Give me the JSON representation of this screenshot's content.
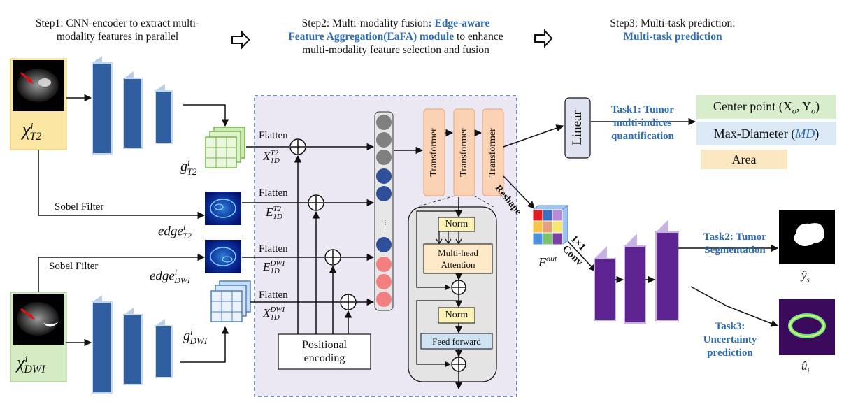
{
  "header": {
    "step1_line1": "Step1: CNN-encoder to extract multi-",
    "step1_line2": "modality  features  in parallel",
    "step2_prefix": "Step2: Multi-modality fusion",
    "step2_bold1": ": Edge-aware",
    "step2_bold2": "Feature Aggregation(EaFA) module",
    "step2_suffix": " to enhance",
    "step2_line3": "multi-modality  feature  selection and fusion",
    "step3_line1": "Step3: Multi-task prediction:",
    "step3_line2": "Multi-task prediction"
  },
  "inputs": {
    "t2_label": "χ",
    "t2_sup": "i",
    "t2_sub": "T2",
    "dwi_label": "χ",
    "dwi_sup": "i",
    "dwi_sub": "DWI"
  },
  "features": {
    "g_t2": "g",
    "g_t2_sup": "i",
    "g_t2_sub": "T2",
    "g_dwi": "g",
    "g_dwi_sup": "i",
    "g_dwi_sub": "DWI",
    "edge_t2": "edge",
    "edge_t2_sup": "i",
    "edge_t2_sub": "T2",
    "edge_dwi": "edge",
    "edge_dwi_sup": "i",
    "edge_dwi_sub": "DWI",
    "sobel1": "Sobel Filter",
    "sobel2": "Sobel Filter"
  },
  "fusion": {
    "flatten": "Flatten",
    "x_t2": "X",
    "x_t2_sup": "T2",
    "x_t2_sub": "1D",
    "e_t2": "E",
    "e_t2_sup": "T2",
    "e_t2_sub": "1D",
    "e_dwi": "E",
    "e_dwi_sup": "DWI",
    "e_dwi_sub": "1D",
    "x_dwi": "X",
    "x_dwi_sup": "DWI",
    "x_dwi_sub": "1D",
    "pos_enc_line1": "Positional",
    "pos_enc_line2": "encoding",
    "transformer": "Transformer",
    "norm": "Norm",
    "mha_line1": "Multi-head",
    "mha_line2": "Attention",
    "ff": "Feed forward",
    "dots": "......"
  },
  "prediction": {
    "linear": "Linear",
    "reshape": "Reshape",
    "f_out": "F",
    "f_out_sup": "out",
    "conv_line1": "1×1",
    "conv_line2": "Conv",
    "task1_line1": "Task1: Tumor",
    "task1_line2": "multi-indices",
    "task1_line3": "quantification",
    "center_point": "Center point (X",
    "center_point_sub1": "o",
    "center_point_mid": ", Y",
    "center_point_sub2": "o",
    "center_point_end": ")",
    "max_diameter": "Max-Diameter (",
    "max_diameter_md": "MD",
    "max_diameter_end": ")",
    "area": "Area",
    "task2_line1": "Task2: Tumor",
    "task2_line2": "Segmentation",
    "task3_line1": "Task3:",
    "task3_line2": "Uncertainty",
    "task3_line3": "prediction",
    "y_s": "ŷ",
    "y_s_sub": "s",
    "u_i": "û",
    "u_i_sub": "i"
  },
  "colors": {
    "accent_blue": "#2e6db5",
    "cnn_blue": "#2f5f9f",
    "cnn_light": "#b9cde8",
    "input_t2_bg": "#fbe7a1",
    "input_dwi_bg": "#d4ebc4",
    "eafa_bg": "#ebe8f4",
    "eafa_border": "#4f6fb0",
    "transformer_bg": "#fbd2b3",
    "transformer_border": "#e6a27a",
    "circle_gray": "#808080",
    "circle_blue": "#2f4f99",
    "circle_red": "#f28080",
    "mha_bg": "#fde9c8",
    "norm_bg": "#fdf3b8",
    "ff_bg": "#cfe3f5",
    "center_bg": "#d8edcc",
    "maxd_bg": "#dbe8f5",
    "area_bg": "#fbe7c2",
    "purple": "#6b2a9e"
  }
}
